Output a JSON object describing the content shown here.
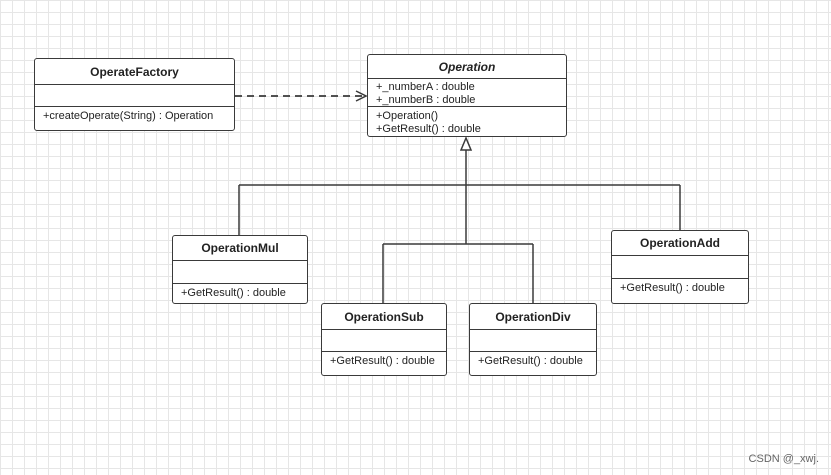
{
  "classes": {
    "operate_factory": {
      "name": "OperateFactory",
      "attributes": [],
      "operations": [
        "+createOperate(String) : Operation"
      ]
    },
    "operation": {
      "name": "Operation",
      "attributes": [
        "+_numberA : double",
        "+_numberB : double"
      ],
      "operations": [
        "+Operation()",
        "+GetResult() : double"
      ]
    },
    "operation_mul": {
      "name": "OperationMul",
      "attributes": [],
      "operations": [
        "+GetResult() : double"
      ]
    },
    "operation_sub": {
      "name": "OperationSub",
      "attributes": [],
      "operations": [
        "+GetResult() : double"
      ]
    },
    "operation_div": {
      "name": "OperationDiv",
      "attributes": [],
      "operations": [
        "+GetResult() : double"
      ]
    },
    "operation_add": {
      "name": "OperationAdd",
      "attributes": [],
      "operations": [
        "+GetResult() : double"
      ]
    }
  },
  "relations": [
    {
      "type": "dependency",
      "from": "OperateFactory",
      "to": "Operation"
    },
    {
      "type": "generalization",
      "from": "OperationMul",
      "to": "Operation"
    },
    {
      "type": "generalization",
      "from": "OperationSub",
      "to": "Operation"
    },
    {
      "type": "generalization",
      "from": "OperationDiv",
      "to": "Operation"
    },
    {
      "type": "generalization",
      "from": "OperationAdd",
      "to": "Operation"
    }
  ],
  "watermark": "CSDN @_xwj.",
  "colors": {
    "line": "#3a3a3a",
    "grid": "#e6e6e6"
  }
}
